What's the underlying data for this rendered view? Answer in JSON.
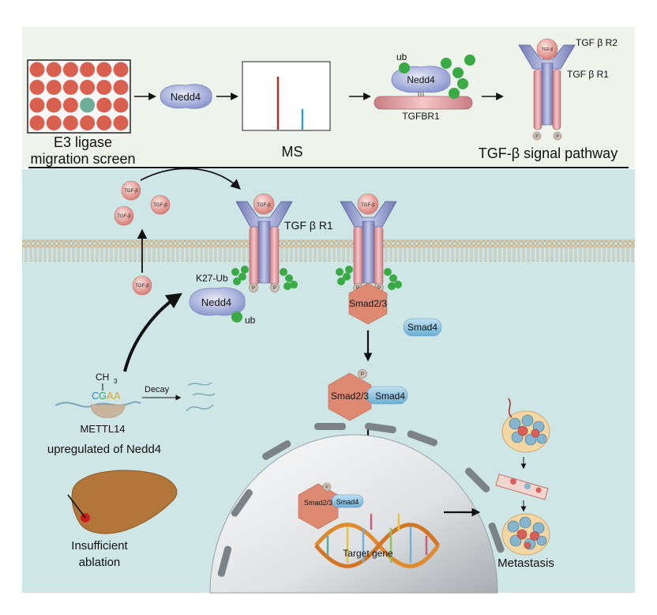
{
  "top_panel": {
    "screen_label_line1": "E3 ligase",
    "screen_label_line2": "migration screen",
    "nedd4": "Nedd4",
    "ms": "MS",
    "ub": "ub",
    "tgfbr1": "TGFBR1",
    "receptor_r2": "TGF β R2",
    "receptor_r1": "TGF β R1",
    "pathway": "TGF-β signal pathway",
    "ligand": "TGF-β",
    "phospho": "P"
  },
  "main_panel": {
    "ligand": "TGF-β",
    "receptor_r1": "TGF β R1",
    "k27_ub": "K27-Ub",
    "nedd4": "Nedd4",
    "ub": "ub",
    "phospho": "P",
    "smad23": "Smad2/3",
    "smad4": "Smad4",
    "methyl": "CH",
    "methyl_sub": "3",
    "cgaa": [
      "C",
      "G",
      "A",
      "A"
    ],
    "decay": "Decay",
    "mettl14": "METTL14",
    "upregulated": "upregulated of Nedd4",
    "insufficient_line1": "Insufficient",
    "insufficient_line2": "ablation",
    "target_gene": "Target gene",
    "metastasis": "Metastasis"
  },
  "colors": {
    "top_bg": "#eef3ec",
    "main_bg": "#cfe6e6",
    "dot_red": "#d9604f",
    "dot_teal": "#6fae99",
    "nedd4": "#a9b3dc",
    "ub_green": "#3aaa45",
    "tgfb_ball": "#e79a94",
    "receptor_pink": "#e8a0a4",
    "receptor_blue": "#8e96c9",
    "smad23": "#de8a73",
    "smad4": "#8cc3e0",
    "ms_red": "#a8332a",
    "ms_blue": "#3a9bc4"
  }
}
